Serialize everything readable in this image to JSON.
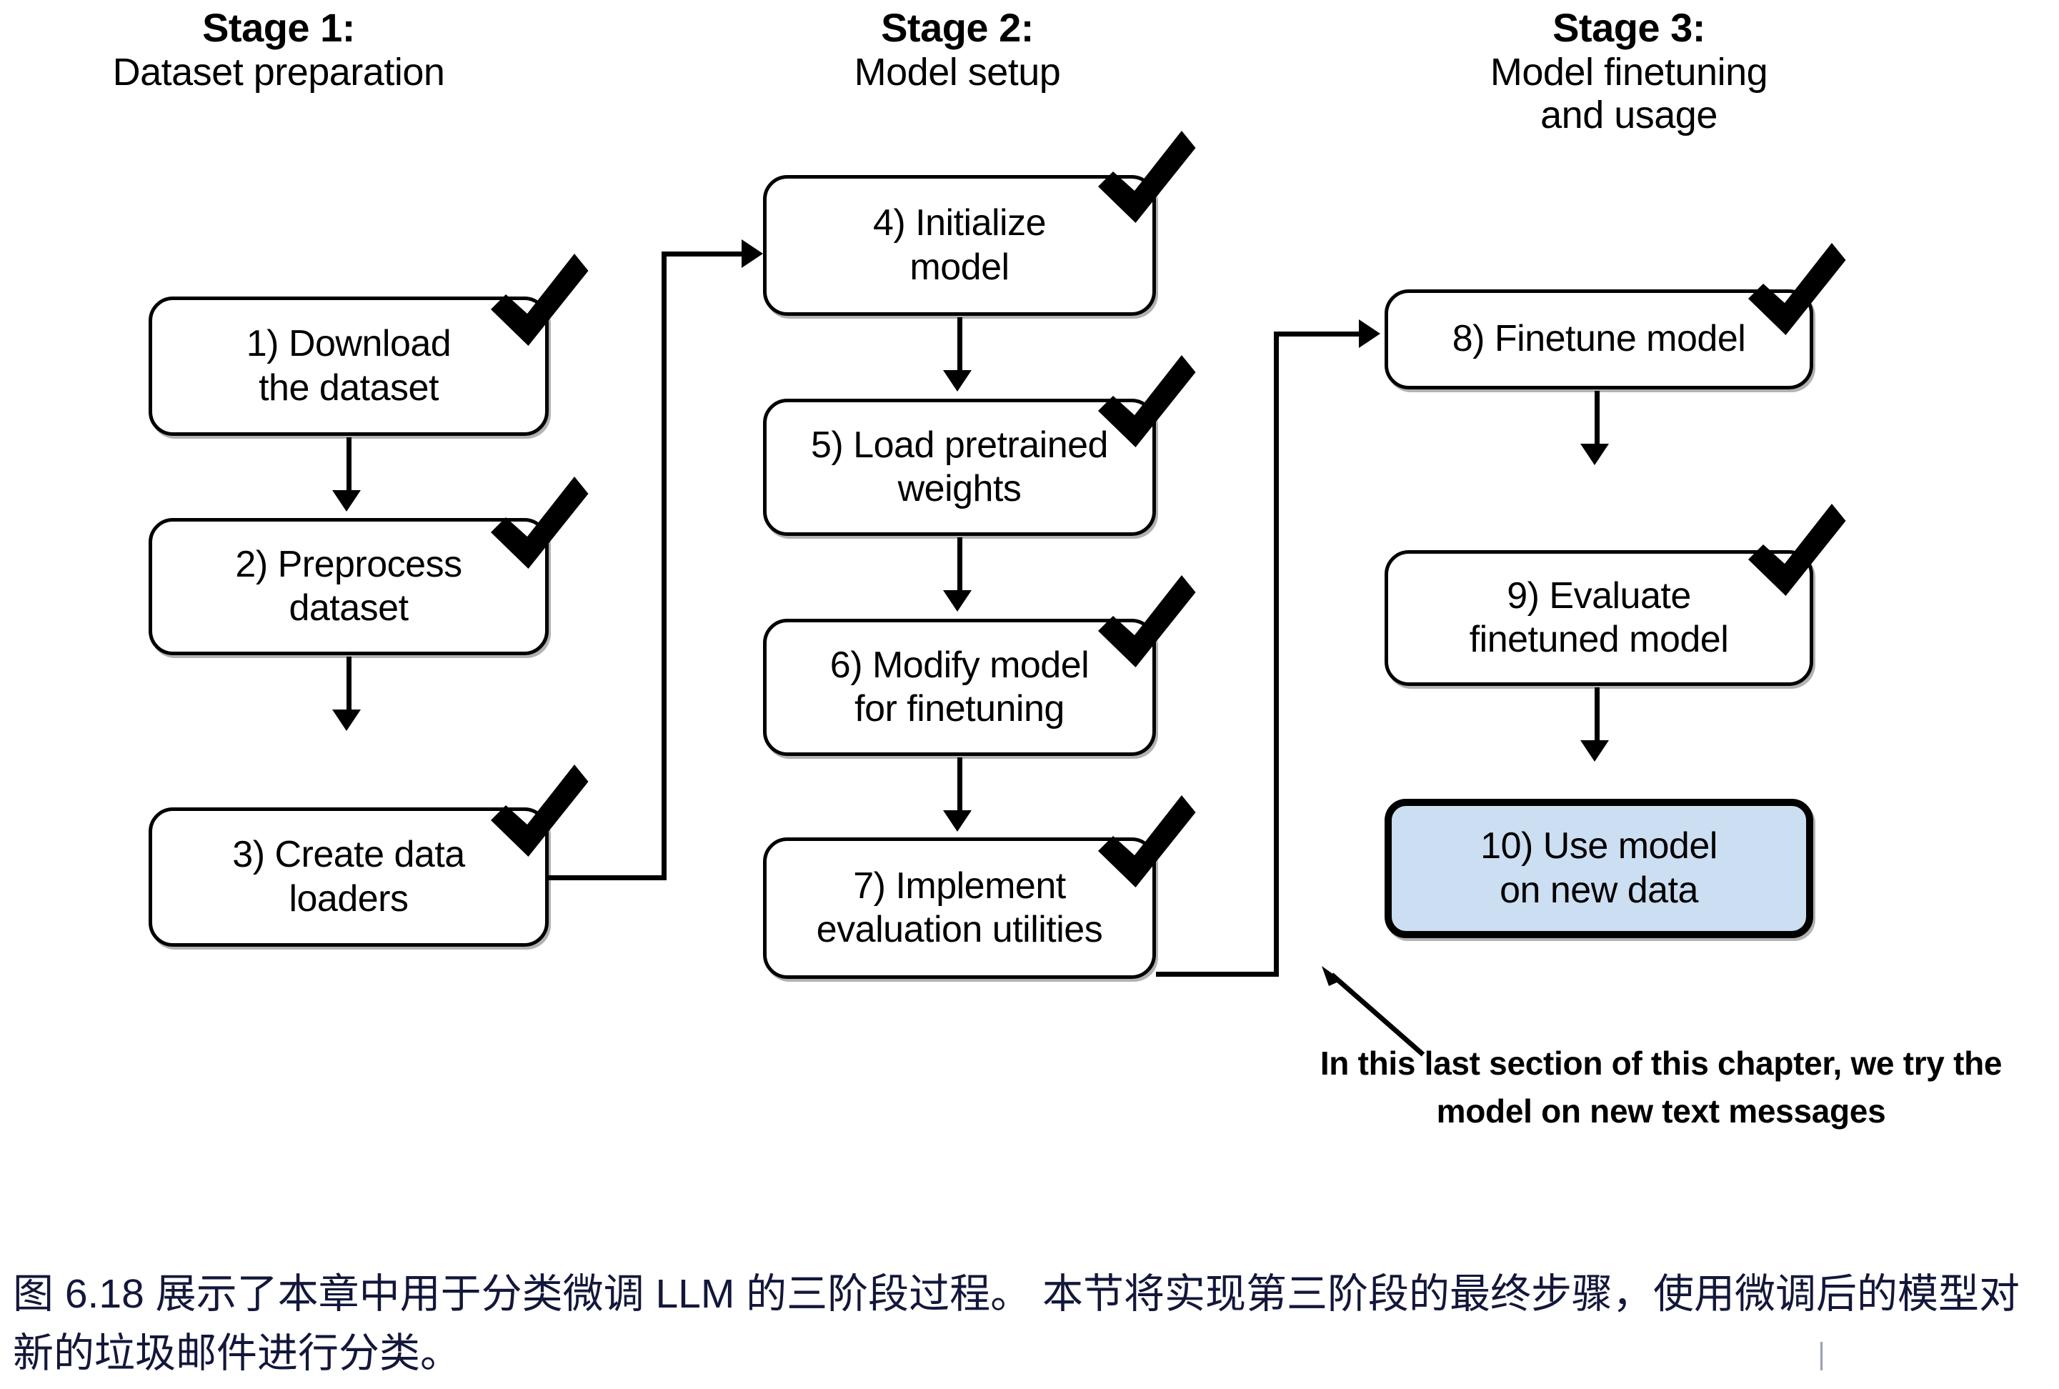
{
  "stages": [
    {
      "title": "Stage 1:",
      "subtitle": "Dataset preparation"
    },
    {
      "title": "Stage 2:",
      "subtitle": "Model setup"
    },
    {
      "title": "Stage 3:",
      "subtitle": "Model finetuning\nand usage"
    }
  ],
  "nodes": [
    {
      "id": "n1",
      "label": "1) Download\nthe dataset",
      "checked": true,
      "highlight": false
    },
    {
      "id": "n2",
      "label": "2) Preprocess\ndataset",
      "checked": true,
      "highlight": false
    },
    {
      "id": "n3",
      "label": "3) Create data\nloaders",
      "checked": true,
      "highlight": false
    },
    {
      "id": "n4",
      "label": "4) Initialize\nmodel",
      "checked": true,
      "highlight": false
    },
    {
      "id": "n5",
      "label": "5) Load pretrained\nweights",
      "checked": true,
      "highlight": false
    },
    {
      "id": "n6",
      "label": "6) Modify model\nfor finetuning",
      "checked": true,
      "highlight": false
    },
    {
      "id": "n7",
      "label": "7) Implement\nevaluation utilities",
      "checked": true,
      "highlight": false
    },
    {
      "id": "n8",
      "label": "8) Finetune model",
      "checked": true,
      "highlight": false
    },
    {
      "id": "n9",
      "label": "9) Evaluate\nfinetuned model",
      "checked": true,
      "highlight": false
    },
    {
      "id": "n10",
      "label": "10) Use model\non new data",
      "checked": false,
      "highlight": true
    }
  ],
  "annotation": "In this last section of this chapter, we try the\nmodel on new text messages",
  "caption": "图 6.18 展示了本章中用于分类微调 LLM 的三阶段过程。 本节将实现第三阶段的最终步骤，使用微调后的模型对新的垃圾邮件进行分类。",
  "colors": {
    "highlight_fill": "#cbdef2",
    "stroke": "#000000",
    "caption_text": "#13173a"
  },
  "icons": {
    "check": "check-icon",
    "arrow_down": "arrow-down-icon",
    "arrow_right": "arrow-right-icon",
    "callout_arrow": "callout-arrow-icon"
  }
}
